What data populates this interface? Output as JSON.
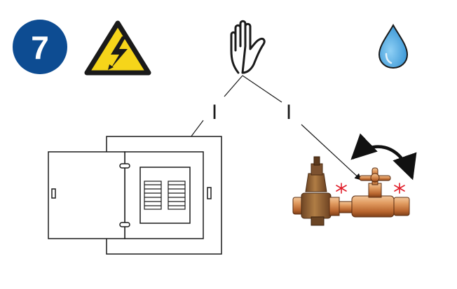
{
  "step": {
    "number": "7",
    "badge_color": "#0d4c92"
  },
  "icons": {
    "electric": "electric-hazard-warning-icon",
    "stop": "stop-hand-icon",
    "water": "water-drop-icon"
  },
  "switch_states": {
    "electric_off": "I",
    "water_off": "I"
  },
  "colors": {
    "warning_yellow": "#f6d51a",
    "water_blue": "#5aaee2",
    "copper": "#d2844a",
    "brass": "#9c6a3a",
    "valve_marker": "#e01e2a"
  }
}
